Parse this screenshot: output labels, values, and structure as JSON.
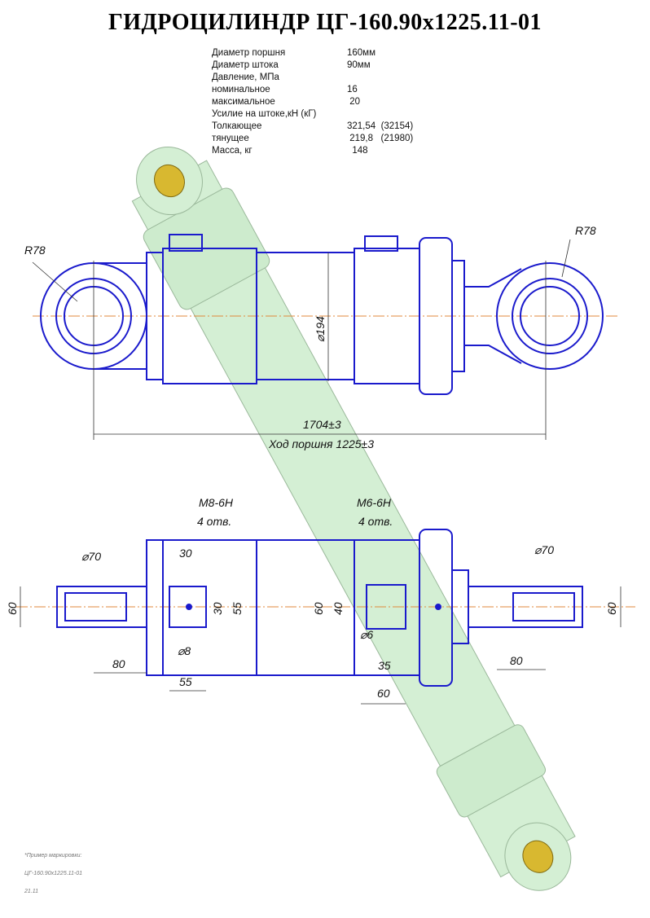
{
  "title": "ГИДРОЦИЛИНДР  ЦГ-160.90х1225.11-01",
  "specs": [
    {
      "label": "Диаметр поршня",
      "value": "160мм"
    },
    {
      "label": "Диаметр штока",
      "value": "90мм"
    },
    {
      "label": "Давление, МПа",
      "value": ""
    },
    {
      "label": "номинальное",
      "value": "16"
    },
    {
      "label": "максимальное",
      "value": " 20"
    },
    {
      "label": "Усилие на штоке,кН (кГ)",
      "value": ""
    },
    {
      "label": "Толкающее",
      "value": "321,54  (32154)"
    },
    {
      "label": "тянущее",
      "value": " 219,8   (21980)"
    },
    {
      "label": "Масса,  кг",
      "value": "  148"
    }
  ],
  "dims": {
    "r_left": "R78",
    "r_right": "R78",
    "dia_body": "⌀194",
    "overall": "1704±3",
    "stroke": "Ход поршня 1225±3",
    "thread_left": "M8-6H",
    "holes_left": "4 отв.",
    "thread_right": "M6-6H",
    "holes_right": "4 отв.",
    "d70_left": "⌀70",
    "d70_right": "⌀70",
    "h60_left": "60",
    "h60_right": "60",
    "d30_h": "30",
    "d30_v": "30",
    "d55_v": "55",
    "d8": "⌀8",
    "d55_h": "55",
    "d80_left": "80",
    "d80_right": "80",
    "d60_v": "60",
    "d40_v": "40",
    "d6": "⌀6",
    "d35": "35",
    "d60_h": "60"
  },
  "note": {
    "line1": "*Пример маркировки:",
    "line2": "ЦГ-160.90х1225.11-01",
    "line3": "21.11"
  },
  "colors": {
    "outline": "#1a1acc",
    "model": "#d8f0d8",
    "center": "#e08a3c"
  }
}
